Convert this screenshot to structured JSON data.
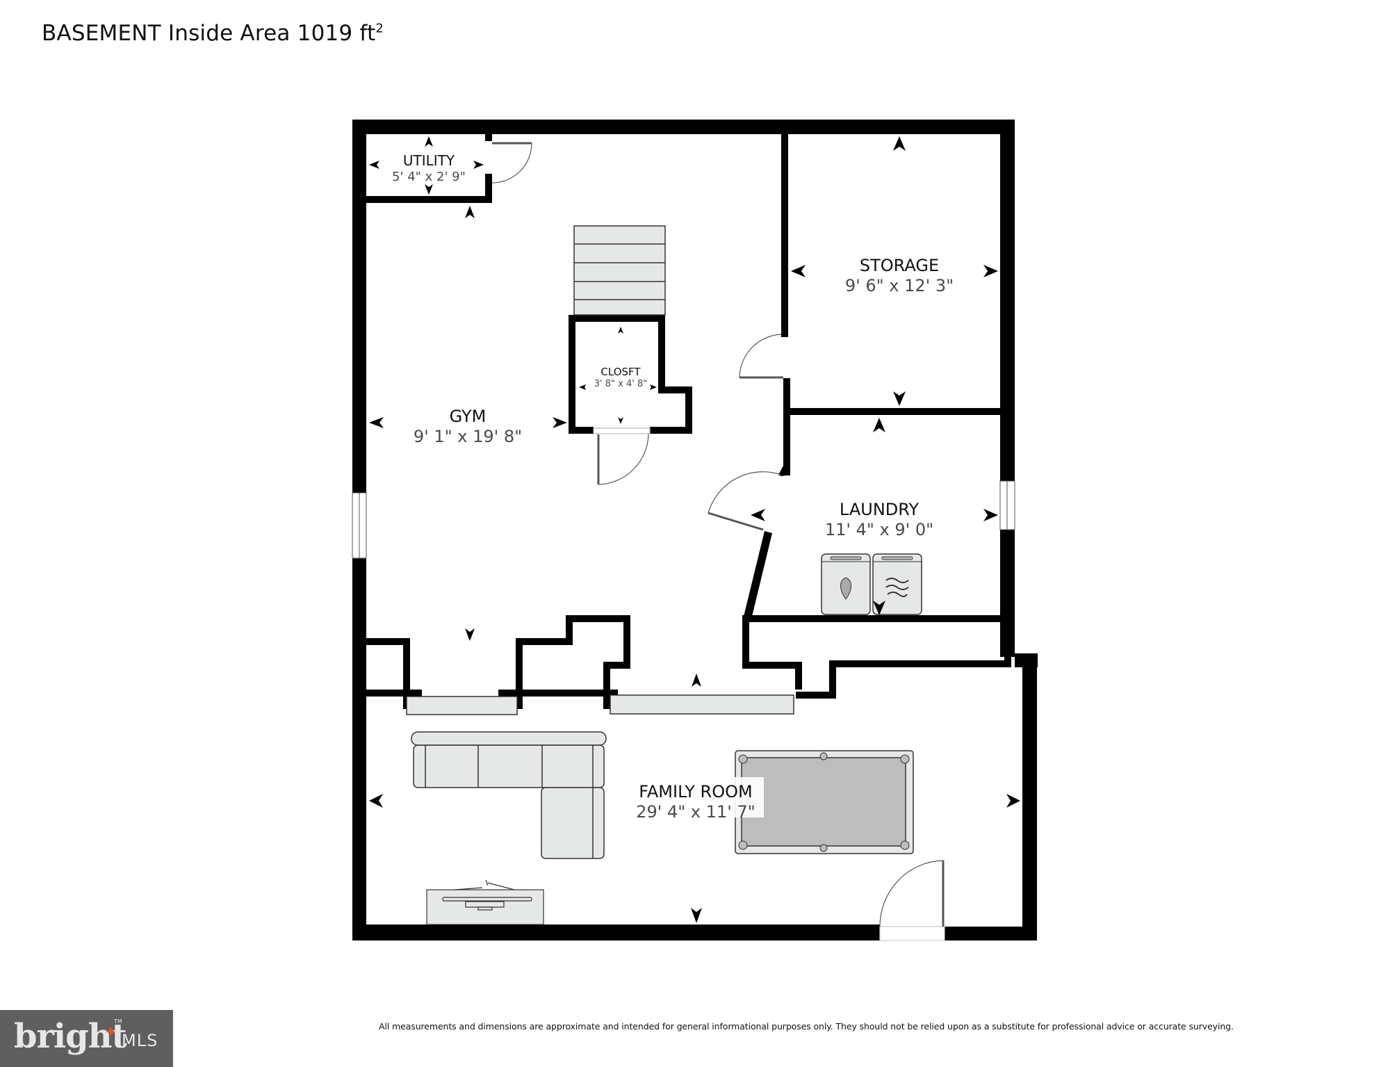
{
  "header": {
    "floor": "BASEMENT",
    "label": "Inside Area",
    "area_value": "1019",
    "area_unit": "ft",
    "area_unit_sup": "2"
  },
  "rooms": {
    "utility": {
      "name": "UTILITY",
      "dims": "5' 4\" x 2' 9\""
    },
    "gym": {
      "name": "GYM",
      "dims": "9' 1\" x 19' 8\""
    },
    "closet": {
      "name": "CLOSFT",
      "dims": "3' 8\" x 4' 8\""
    },
    "storage": {
      "name": "STORAGE",
      "dims": "9' 6\" x 12' 3\""
    },
    "laundry": {
      "name": "LAUNDRY",
      "dims": "11' 4\" x 9' 0\""
    },
    "family_room": {
      "name": "FAMILY ROOM",
      "dims": "29' 4\" x 11' 7\""
    }
  },
  "footer": {
    "disclaimer": "All measurements and dimensions are approximate and intended for general informational purposes only. They should not be relied upon as a substitute for professional advice or accurate surveying.",
    "logo": {
      "brand": "bright",
      "suffix": "MLS",
      "trademark": "TM",
      "accent_color": "#e2542c",
      "background": "#5f5f5f"
    }
  },
  "colors": {
    "wall": "#000000",
    "fixture_fill": "#e6e7e7",
    "pool_table_felt": "#bdbdbd",
    "dimension_text": "#4a4a4a"
  }
}
